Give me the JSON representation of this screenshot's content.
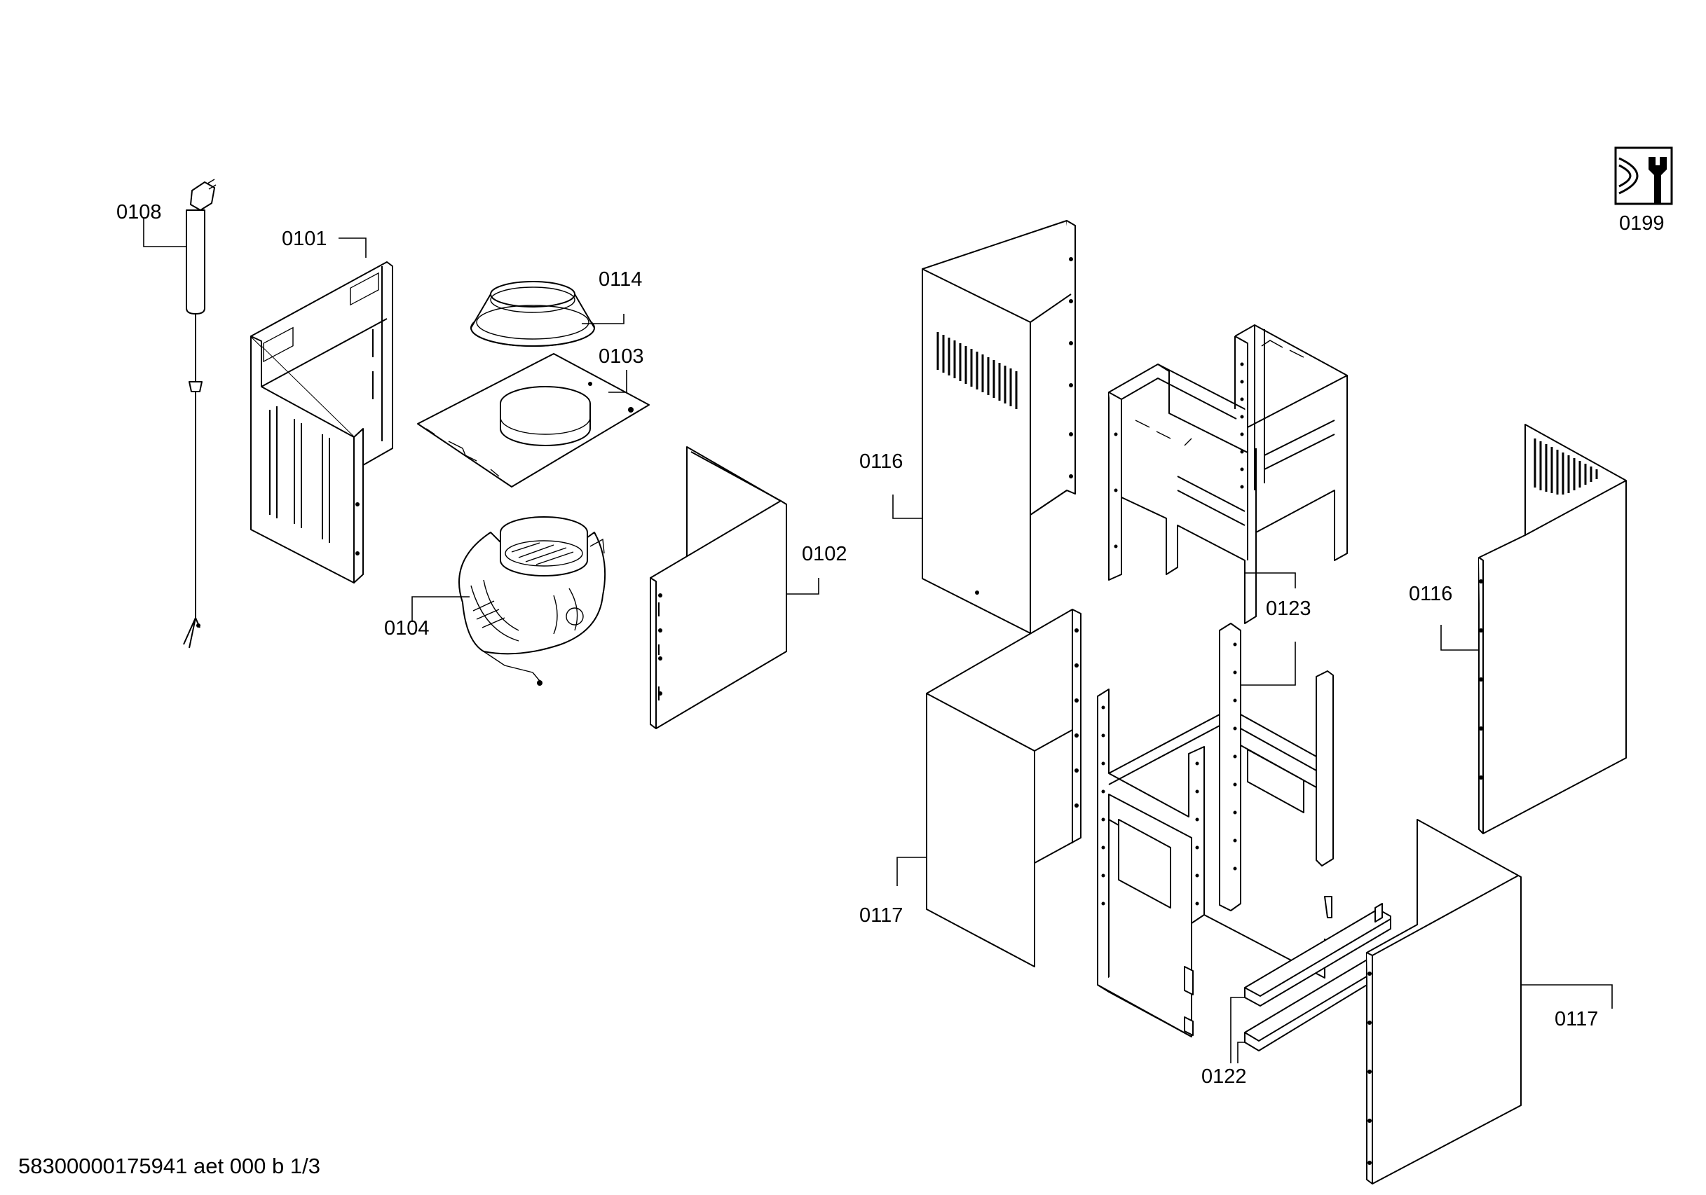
{
  "diagram": {
    "labels": {
      "p0108": "0108",
      "p0101": "0101",
      "p0114": "0114",
      "p0103": "0103",
      "p0104": "0104",
      "p0102": "0102",
      "p0116_left": "0116",
      "p0116_right": "0116",
      "p0123": "0123",
      "p0117_left": "0117",
      "p0117_right": "0117",
      "p0122": "0122",
      "p0199": "0199"
    },
    "footer": "58300000175941 aet 000 b 1/3",
    "service_icon": "service-wrench-icon"
  }
}
